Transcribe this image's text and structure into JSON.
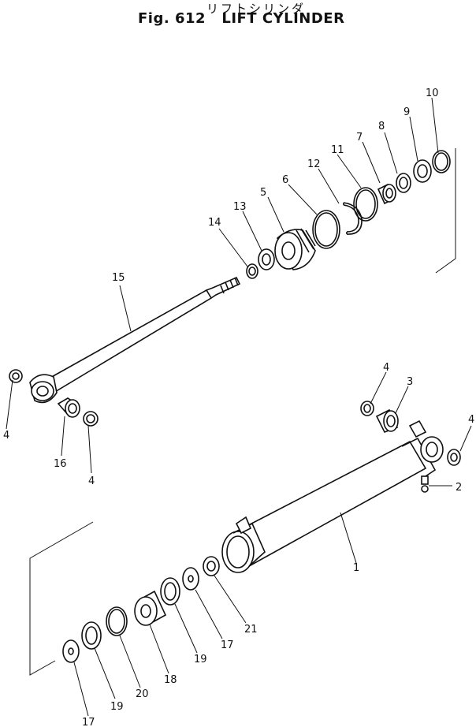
{
  "header": {
    "title_jp": "リフトシリンダ",
    "fig_label": "Fig. 612",
    "title_en": "LIFT CYLINDER"
  },
  "callouts": [
    "1",
    "2",
    "3",
    "4",
    "5",
    "6",
    "7",
    "8",
    "9",
    "10",
    "11",
    "12",
    "13",
    "14",
    "15",
    "16",
    "17",
    "18",
    "19",
    "20",
    "21"
  ],
  "labels": {
    "c10": "10",
    "c9": "9",
    "c8": "8",
    "c7": "7",
    "c11": "11",
    "c12": "12",
    "c6": "6",
    "c5": "5",
    "c13": "13",
    "c14": "14",
    "c15": "15",
    "c4a": "4",
    "c4b": "4",
    "c16": "16",
    "c4c": "4",
    "c3": "3",
    "c4d": "4",
    "c2": "2",
    "c1": "1",
    "c21": "21",
    "c17a": "17",
    "c19a": "19",
    "c18": "18",
    "c20": "20",
    "c19b": "19",
    "c17b": "17"
  }
}
